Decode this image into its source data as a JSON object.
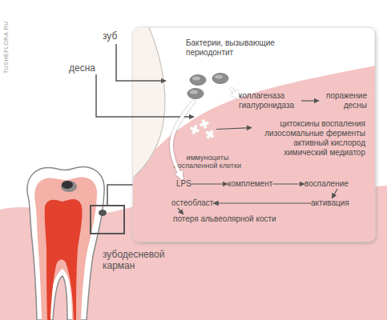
{
  "diagram": {
    "nodes": [
      {
        "text": [
          "Бактерии, вызывающие периодонтит"
        ]
      },
      {
        "text": [
          "коллагеназа гиалуронидаза"
        ]
      },
      {
        "text": [
          "поражение десны"
        ]
      },
      {
        "text": [
          "цитоксины воспаления лизосомальные ферменты активный кислород химический медиатор"
        ]
      },
      {
        "text": [
          "иммуноциты воспаленной клетки"
        ]
      },
      {
        "text": [
          "LPS"
        ]
      },
      {
        "text": [
          "комплемент"
        ]
      },
      {
        "text": [
          "воспаление"
        ]
      },
      {
        "text": [
          "активация"
        ]
      },
      {
        "text": [
          "остеобласт"
        ]
      },
      {
        "text": [
          "потеря альвеолярной кости"
        ]
      }
    ],
    "edges": [
      {
        "from": 0,
        "to": 1,
        "arrow": "to"
      },
      {
        "from": 1,
        "to": 2,
        "arrow": "to"
      },
      {
        "from": 4,
        "to": 3,
        "arrow": "to"
      },
      {
        "from": 0,
        "to": 5,
        "arrow": "to"
      },
      {
        "from": 5,
        "to": 6,
        "arrow": "to"
      },
      {
        "from": 6,
        "to": 7,
        "arrow": "to"
      },
      {
        "from": 7,
        "to": 8,
        "arrow": "to"
      },
      {
        "from": 8,
        "to": 9,
        "arrow": "to"
      },
      {
        "from": 9,
        "to": 10,
        "arrow": "to"
      }
    ],
    "labels": [
      "зуб",
      "десна",
      "зубодесневой карман",
      "TUSHEFLORA.RU"
    ]
  }
}
